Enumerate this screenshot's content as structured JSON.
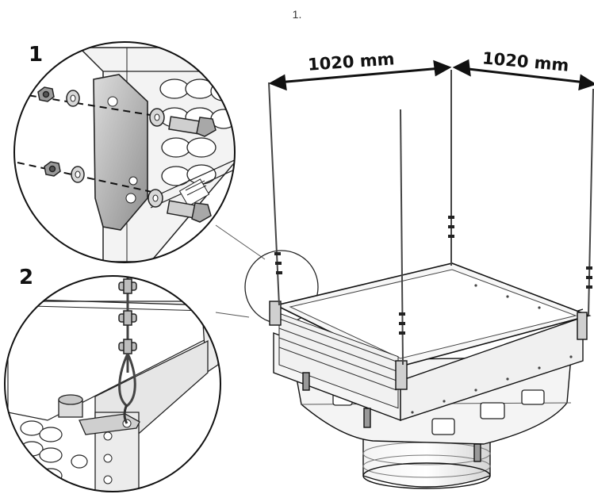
{
  "header": {
    "title": "1."
  },
  "steps": [
    {
      "number": "1"
    },
    {
      "number": "2"
    }
  ],
  "dimensions": [
    {
      "label": "1020 mm"
    },
    {
      "label": "1020 mm"
    }
  ],
  "colors": {
    "line": "#1a1a1a",
    "metal": "#b5b5b5",
    "metal_dark": "#7d7d7d",
    "panel": "#e9e9e9",
    "background": "#ffffff"
  },
  "icons": [
    "hex-nut-icon",
    "washer-icon",
    "bolt-icon",
    "bracket-plate-icon",
    "wire-clamp-icon",
    "hook-icon",
    "magnifier-circle-icon"
  ]
}
